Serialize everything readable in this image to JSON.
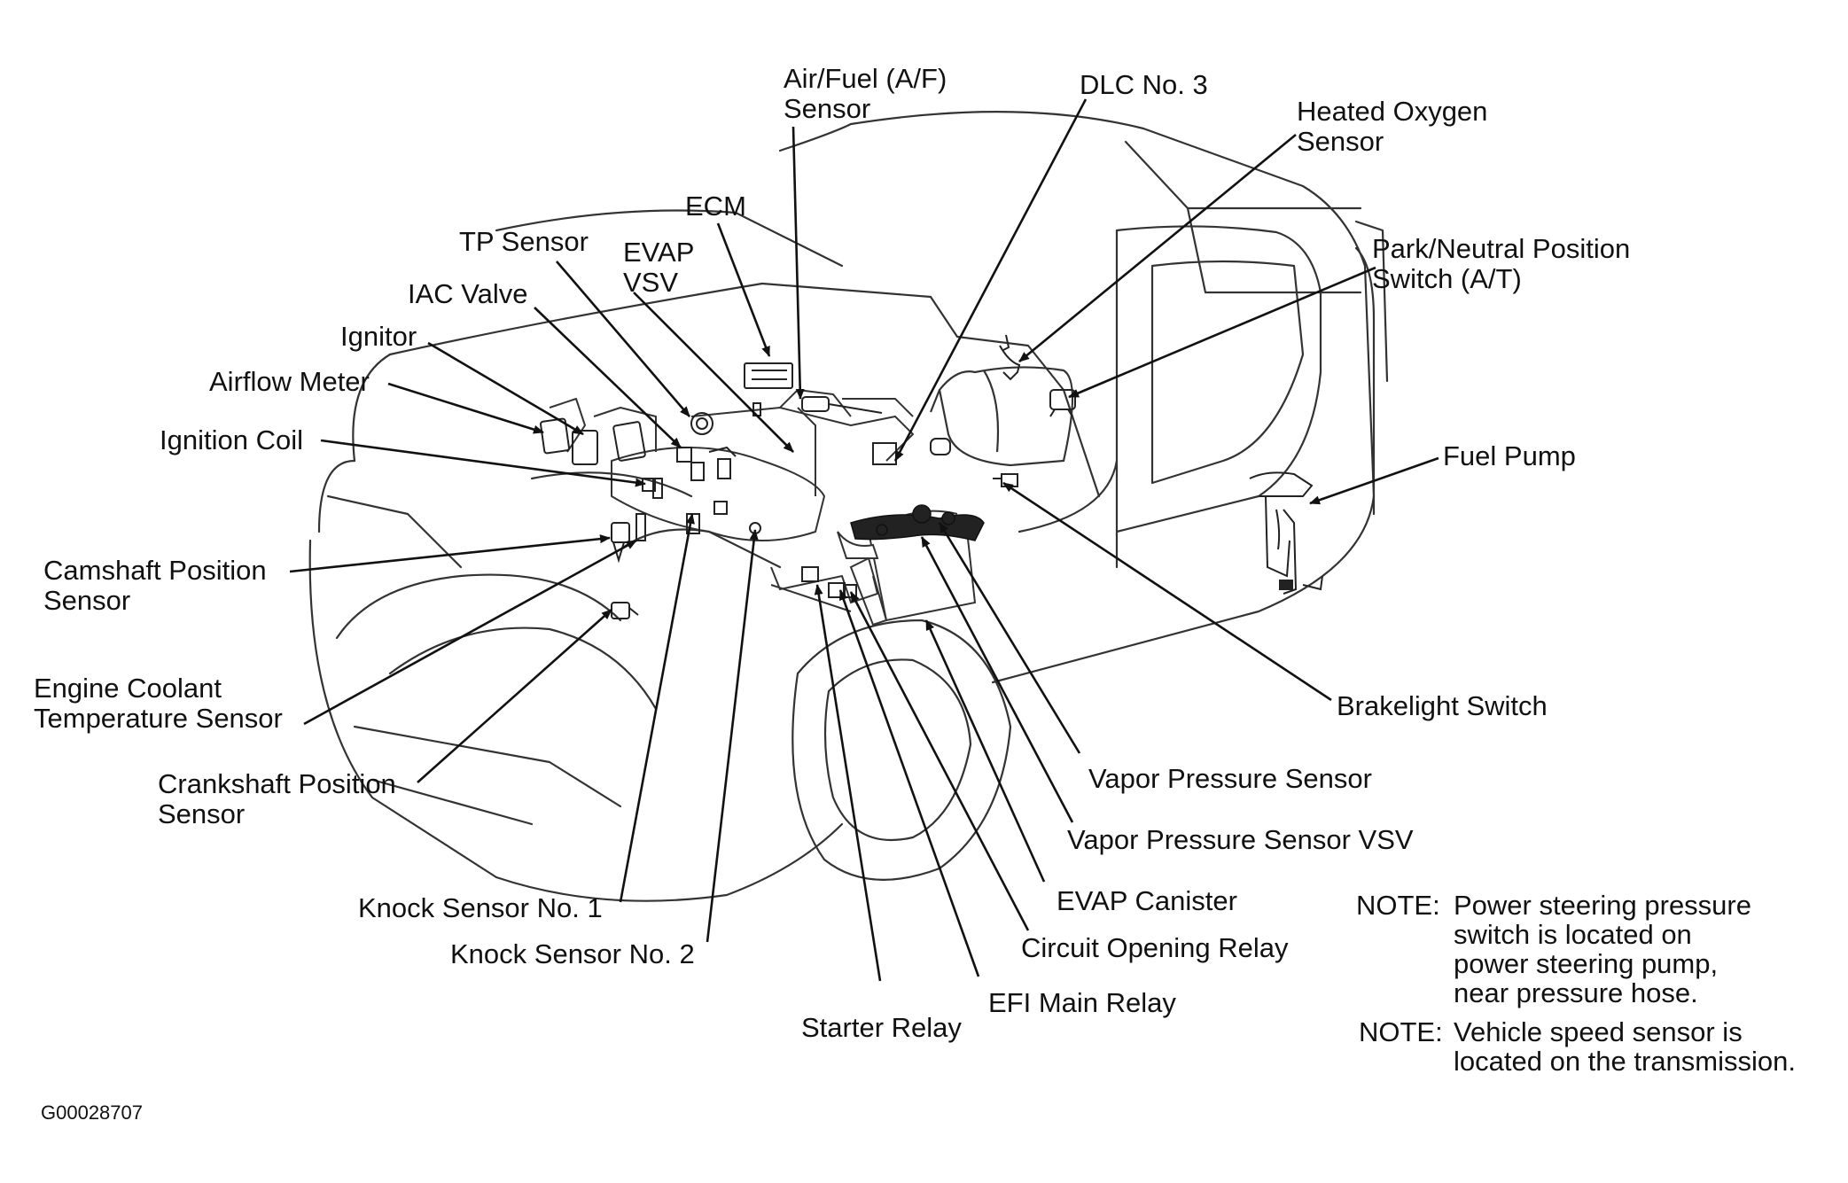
{
  "labels": {
    "af_sensor": "Air/Fuel (A/F)\nSensor",
    "dlc3": "DLC No. 3",
    "heated_oxygen": "Heated Oxygen\nSensor",
    "ecm": "ECM",
    "evap_vsv": "EVAP\nVSV",
    "tp_sensor": "TP Sensor",
    "iac_valve": "IAC Valve",
    "ignitor": "Ignitor",
    "airflow_meter": "Airflow Meter",
    "ignition_coil": "Ignition Coil",
    "camshaft": "Camshaft Position\nSensor",
    "coolant": "Engine Coolant\nTemperature Sensor",
    "crankshaft": "Crankshaft Position\nSensor",
    "knock1": "Knock Sensor No. 1",
    "knock2": "Knock Sensor No. 2",
    "starter_relay": "Starter Relay",
    "efi_relay": "EFI Main Relay",
    "circuit_relay": "Circuit Opening Relay",
    "evap_canister": "EVAP Canister",
    "vp_sensor_vsv": "Vapor Pressure Sensor VSV",
    "vp_sensor": "Vapor Pressure Sensor",
    "brakelight": "Brakelight Switch",
    "fuel_pump": "Fuel Pump",
    "park_neutral": "Park/Neutral Position\nSwitch (A/T)"
  },
  "notes": [
    {
      "heading": "NOTE:",
      "text": "Power steering pressure\nswitch is located on\npower steering pump,\nnear pressure hose."
    },
    {
      "heading": "NOTE:",
      "text": "Vehicle speed sensor is\nlocated on the transmission."
    }
  ],
  "figure_code": "G00028707",
  "colors": {
    "ink": "#111111",
    "background": "#ffffff"
  }
}
